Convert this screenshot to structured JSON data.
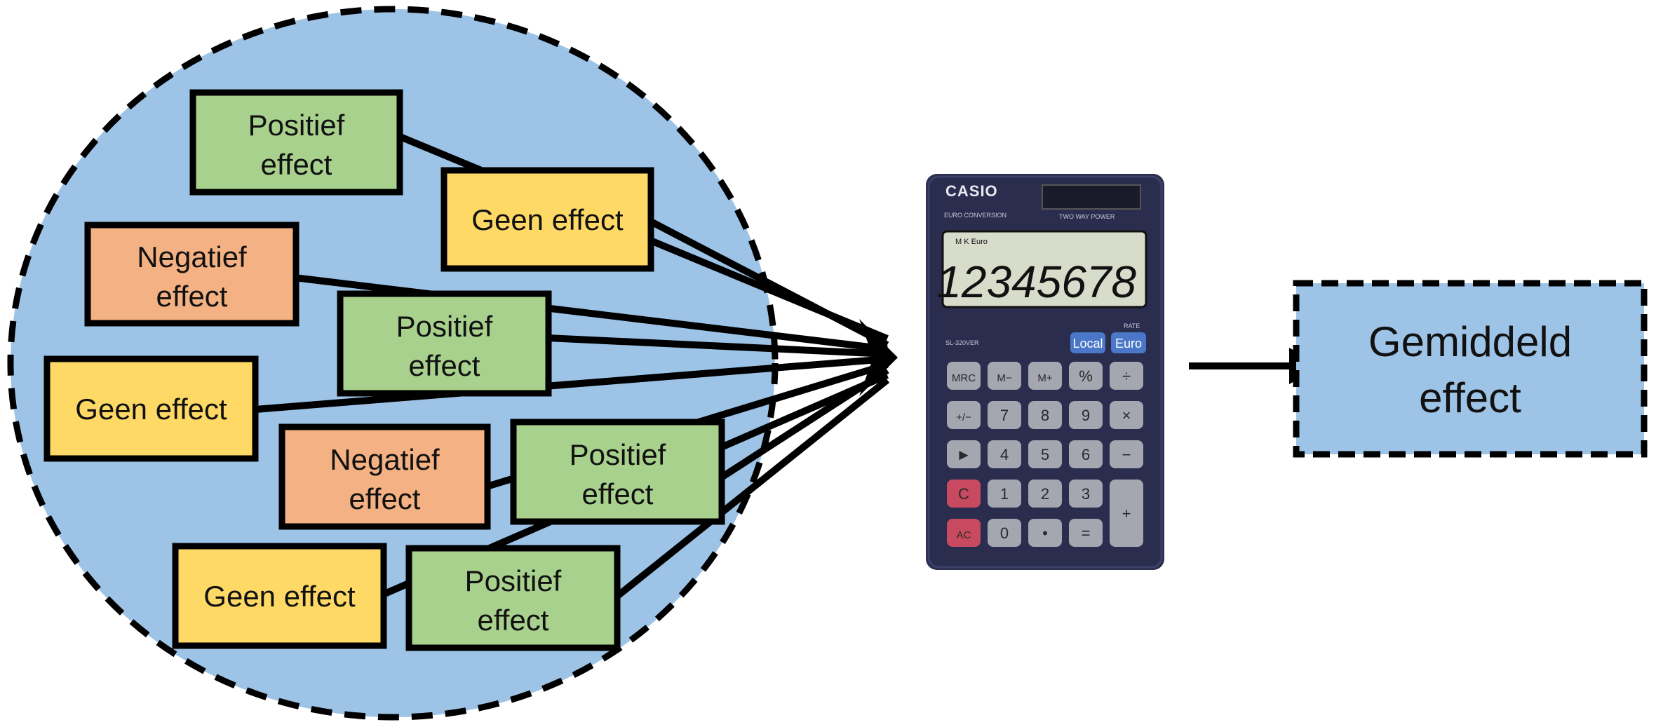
{
  "colors": {
    "circle_fill": "#9dc3e6",
    "positive": "#a9d18e",
    "neutral": "#ffd966",
    "negative": "#f4b183",
    "result_fill": "#9dc3e6",
    "calc_body": "#2a2d4d",
    "lcd": "#d8dccb"
  },
  "effects": [
    {
      "type": "positive",
      "line1": "Positief",
      "line2": "effect"
    },
    {
      "type": "neutral",
      "line1": "Geen effect",
      "line2": ""
    },
    {
      "type": "negative",
      "line1": "Negatief",
      "line2": "effect"
    },
    {
      "type": "positive",
      "line1": "Positief",
      "line2": "effect"
    },
    {
      "type": "neutral",
      "line1": "Geen effect",
      "line2": ""
    },
    {
      "type": "negative",
      "line1": "Negatief",
      "line2": "effect"
    },
    {
      "type": "positive",
      "line1": "Positief",
      "line2": "effect"
    },
    {
      "type": "neutral",
      "line1": "Geen effect",
      "line2": ""
    },
    {
      "type": "positive",
      "line1": "Positief",
      "line2": "effect"
    }
  ],
  "calculator": {
    "brand": "CASIO",
    "subtitle": "EURO CONVERSION",
    "power_label": "TWO WAY POWER",
    "model": "SL-320VER",
    "indicators": "M  K Euro",
    "display": "12345678",
    "rate_label": "RATE",
    "local_key": "Local",
    "euro_key": "Euro",
    "keys": [
      [
        "MRC",
        "M−",
        "M+",
        "%",
        "÷"
      ],
      [
        "+/−",
        "7",
        "8",
        "9",
        "×"
      ],
      [
        "►",
        "4",
        "5",
        "6",
        "−"
      ],
      [
        "C",
        "1",
        "2",
        "3",
        "+"
      ],
      [
        "AC",
        "0",
        "•",
        "="
      ]
    ]
  },
  "result": {
    "line1": "Gemiddeld",
    "line2": "effect"
  }
}
